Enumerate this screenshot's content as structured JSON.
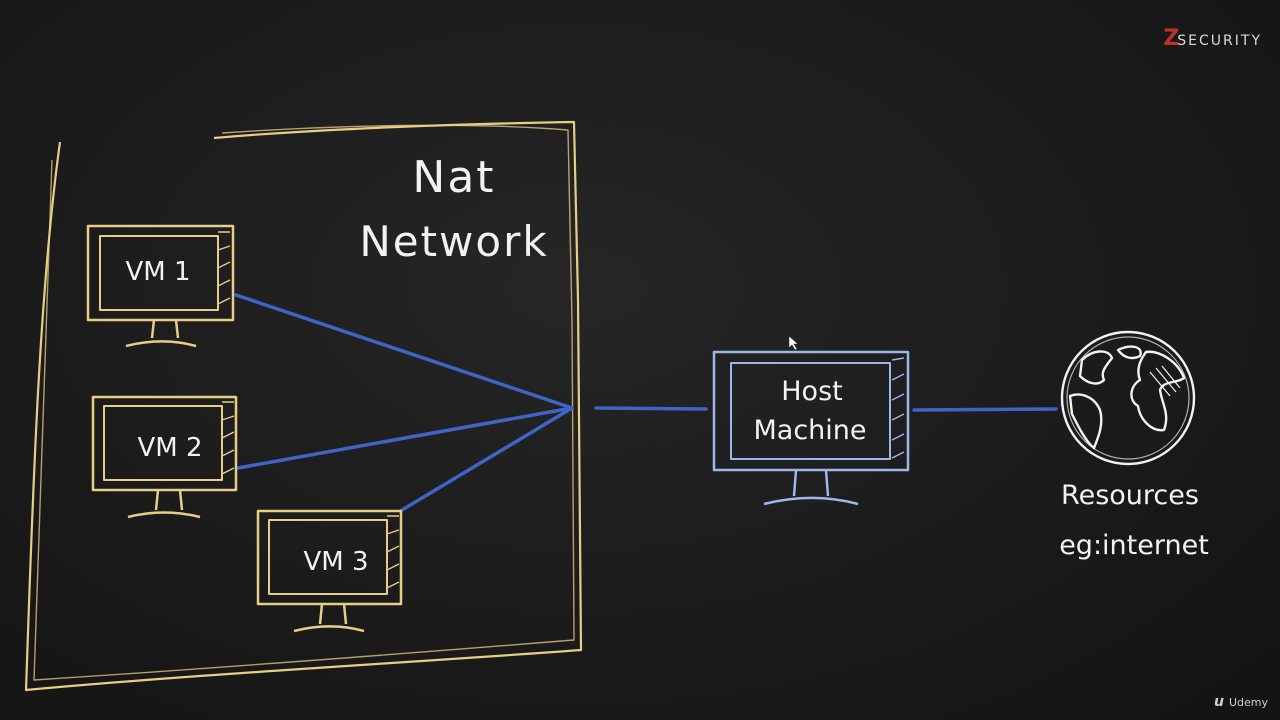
{
  "diagram": {
    "title_line1": "Nat",
    "title_line2": "Network",
    "vms": [
      {
        "label": "VM 1"
      },
      {
        "label": "VM 2"
      },
      {
        "label": "VM 3"
      }
    ],
    "host": {
      "line1": "Host",
      "line2": "Machine"
    },
    "resources": {
      "line1": "Resources",
      "line2": "eg:internet"
    },
    "colors": {
      "vm_outline": "#e8cd86",
      "host_outline": "#9fb6ea",
      "link_line": "#3e64c6",
      "chalk_white": "#f2f2f2"
    }
  },
  "brand": {
    "z": "Z",
    "name": "SECURITY"
  },
  "platform": {
    "icon": "udemy-logo-icon",
    "name": "Udemy"
  }
}
